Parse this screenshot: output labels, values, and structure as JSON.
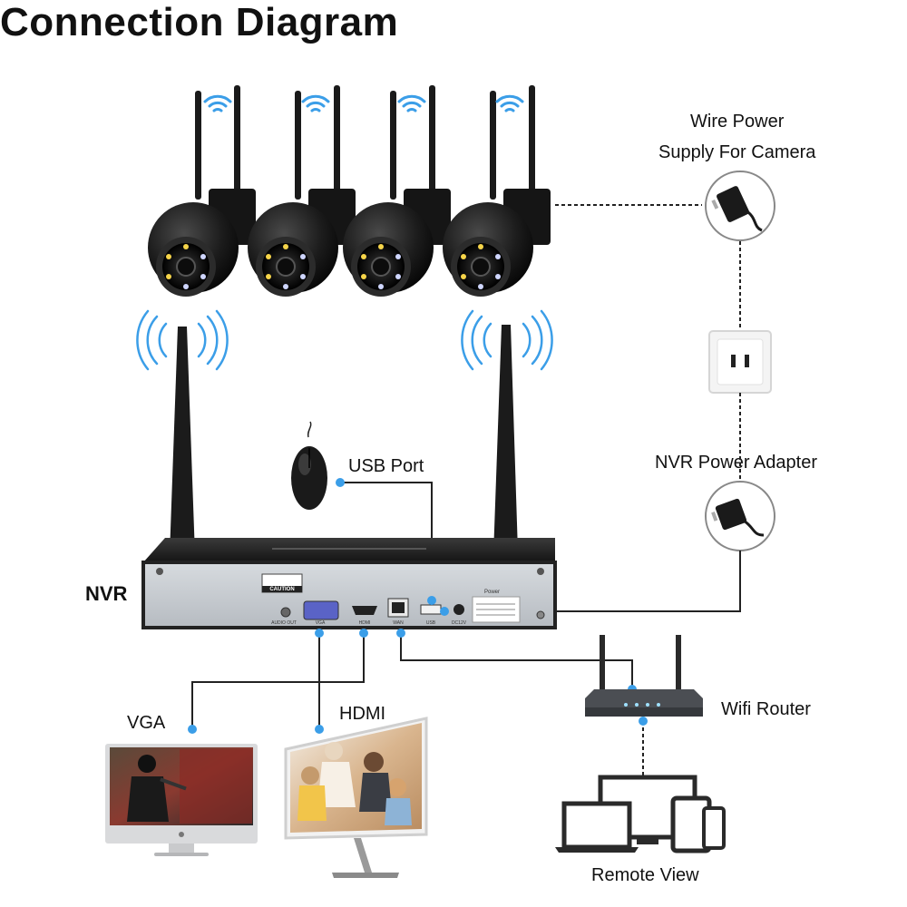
{
  "title": "Connection Diagram",
  "labels": {
    "wire_power_line1": "Wire Power",
    "wire_power_line2": "Supply For Camera",
    "usb_port": "USB Port",
    "nvr_power_adapter": "NVR Power Adapter",
    "nvr": "NVR",
    "vga": "VGA",
    "hdmi": "HDMI",
    "wifi_router": "Wifi Router",
    "remote_view": "Remote View"
  },
  "nvr_panel": {
    "caution": "CAUTION",
    "ports": [
      "AUDIO OUT",
      "VGA",
      "HDMI",
      "WAN",
      "USB",
      "DC12V"
    ],
    "power_sticker": "Power"
  },
  "cameras": 4,
  "colors": {
    "connector_dot": "#3b9ee8",
    "wifi_wave": "#3b9ee8",
    "device_dark": "#1a1a1a",
    "nvr_panel": "#c9cdd2"
  }
}
